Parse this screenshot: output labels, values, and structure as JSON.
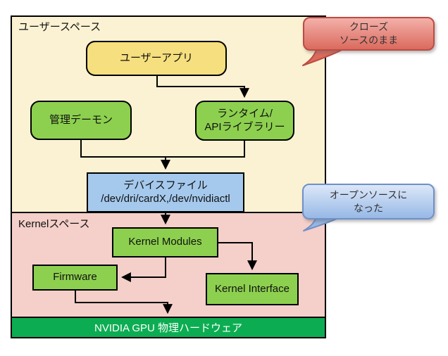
{
  "sections": {
    "user_space": {
      "label": "ユーザースペース",
      "bg": "#FBF2D3",
      "border": "#000000"
    },
    "kernel_space": {
      "label": "Kernelスペース",
      "bg": "#F5CFC9",
      "border": "#000000"
    }
  },
  "boxes": {
    "user_app": {
      "label": "ユーザーアプリ",
      "fill": "#F6DF7E"
    },
    "admin_daemon": {
      "label": "管理デーモン",
      "fill": "#8DD04F"
    },
    "runtime_api": {
      "line1": "ランタイム/",
      "line2": "APIライブラリー",
      "fill": "#8DD04F"
    },
    "device_file": {
      "line1": "デバイスファイル",
      "line2": "/dev/dri/cardX,/dev/nvidiactl",
      "fill": "#A5C9ED"
    },
    "kernel_modules": {
      "label": "Kernel Modules",
      "fill": "#8DD04F"
    },
    "firmware": {
      "label": "Firmware",
      "fill": "#8DD04F"
    },
    "kernel_interface": {
      "label": "Kernel Interface",
      "fill": "#8DD04F"
    }
  },
  "hardware_bar": {
    "label": "NVIDIA GPU 物理ハードウェア",
    "fill": "#0CAD52",
    "text_color": "#FFFFFF"
  },
  "callouts": {
    "closed_source": {
      "line1": "クローズ",
      "line2": "ソースのまま",
      "fill_top": "#F3B0A9",
      "fill_bottom": "#DB6A5E",
      "border": "#BE4B42",
      "text_color": "#333333"
    },
    "open_source": {
      "line1": "オープンソースに",
      "line2": "なった",
      "fill_top": "#DCE7F8",
      "fill_bottom": "#97B9E6",
      "border": "#7090C8",
      "text_color": "#333333"
    }
  },
  "arrow_color": "#000000"
}
